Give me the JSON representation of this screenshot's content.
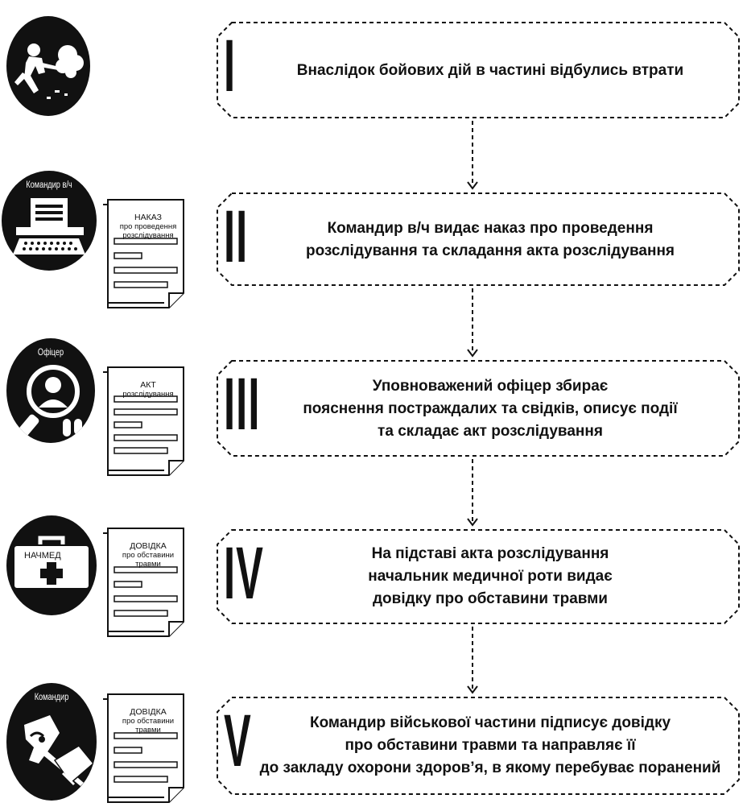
{
  "steps": [
    {
      "numeral": "I",
      "text": "Внаслідок бойових дій в частині відбулись втрати"
    },
    {
      "numeral": "II",
      "text": "Командир в/ч видає наказ про проведення\nрозслідування та складання акта розслідування"
    },
    {
      "numeral": "III",
      "text": "Уповноважений офіцер збирає\nпояснення постраждалих та свідків, описує події\nта складає акт розслідування"
    },
    {
      "numeral": "IV",
      "text": "На підставі акта розслідування\nначальник медичної роти видає\nдовідку про обставини травми"
    },
    {
      "numeral": "V",
      "text": "Командир військової частини підписує довідку\nпро обставини травми та направляє її\nдо закладу охорони здоров’я, в якому перебуває поранений"
    }
  ],
  "illustrations": {
    "step1": {
      "icon": "soldier-icon"
    },
    "step2": {
      "role": "Командир в/ч",
      "icon": "typewriter-icon",
      "doc_title": "НАКАЗ",
      "doc_subtitle": "про проведення\nрозслідування"
    },
    "step3": {
      "role": "Офіцер",
      "icon": "magnifier-person-icon",
      "doc_title": "АКТ",
      "doc_subtitle": "розслідування"
    },
    "step4": {
      "role": "НАЧМЕД",
      "icon": "medical-kit-icon",
      "doc_title": "ДОВІДКА",
      "doc_subtitle": "про обставини\nтравми"
    },
    "step5": {
      "role": "Командир",
      "icon": "signing-hand-icon",
      "doc_title": "ДОВІДКА",
      "doc_subtitle": "про обставини\nтравми"
    }
  },
  "colors": {
    "ink": "#111111",
    "paper": "#ffffff"
  }
}
